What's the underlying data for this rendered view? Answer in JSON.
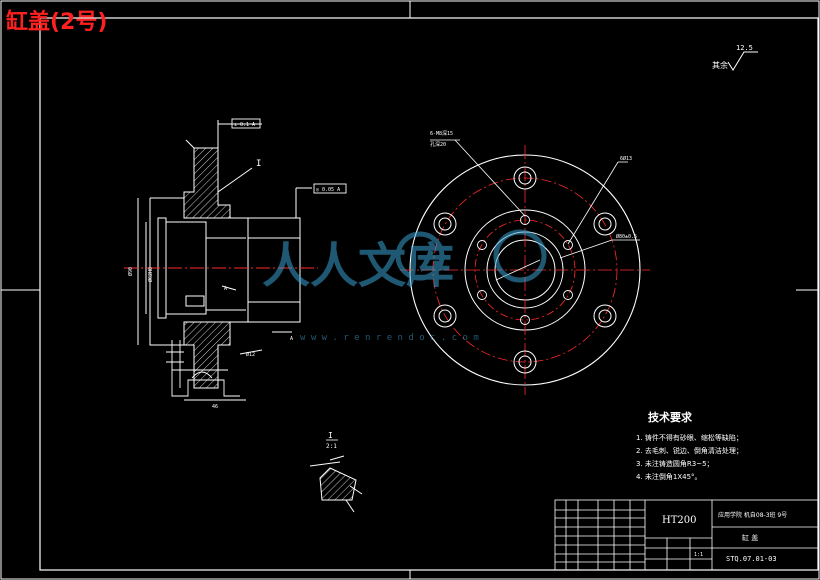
{
  "page_title": "缸盖(2号)",
  "colors": {
    "background": "#000000",
    "line": "#ffffff",
    "center_line": "#ff2a2a",
    "title_red": "#ff2020",
    "dim_cyan": "#9fe8ff",
    "watermark": "#3aa0d0"
  },
  "roughness": {
    "prefix": "其余",
    "value": "12.5"
  },
  "tech_requirements": {
    "title": "技术要求",
    "items": [
      "1. 铸件不得有砂眼、缩松等缺陷；",
      "2. 去毛刺、锐边、倒角清洁处理；",
      "3. 未注铸造圆角R3~5；",
      "4. 未注倒角1X45°。"
    ]
  },
  "title_block": {
    "material": "HT200",
    "school": "应用学院 机自08-3班 9号",
    "part_name": "缸 盖",
    "drawing_no": "STQ.07.01-03",
    "scale": "1:1"
  },
  "section_views": {
    "detail_label_I": "I",
    "detail_scale": "2:1"
  },
  "watermark": {
    "text": "人人文库",
    "url": "w w w . r e n r e n d o c . c o m"
  }
}
